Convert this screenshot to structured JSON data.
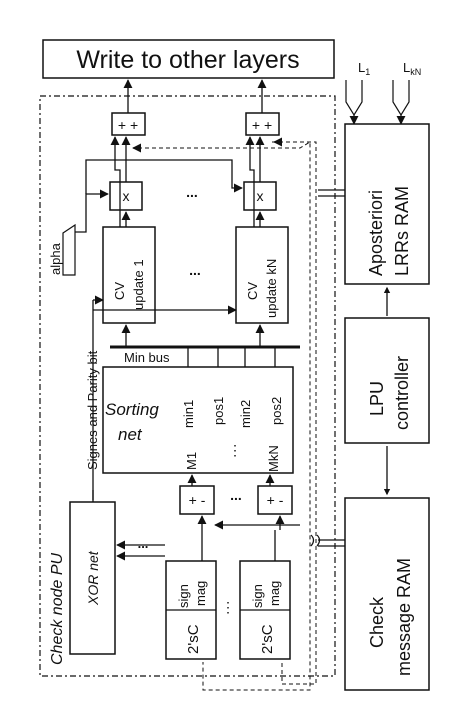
{
  "header": {
    "write_to_other_layers": "Write to other layers"
  },
  "inputs": {
    "l1": "L1",
    "lkn": "LkN"
  },
  "pu": {
    "title": "Check node PU"
  },
  "adders": {
    "plusplus": "+ +"
  },
  "mult": {
    "x": "x"
  },
  "alpha": "alpha",
  "cv": {
    "cv": "CV",
    "update1": "update 1",
    "updatek": "update kN"
  },
  "signes_parity": "Signes and Parity bit",
  "min_bus": "Min bus",
  "sorting": {
    "title1": "Sorting",
    "title2": "net",
    "min1": "min1",
    "pos1": "pos1",
    "min2": "min2",
    "pos2": "pos2",
    "m1": "M1",
    "mkn": "MkN"
  },
  "subtract": {
    "pm": "+ -"
  },
  "xor": "XOR net",
  "conv": {
    "sign": "sign",
    "mag": "mag",
    "twos": "2'sC"
  },
  "ellipsis": "...",
  "ellipsis_vertical": "⋮",
  "aposteriori": {
    "line1": "Aposteriori",
    "line2": "LRRs RAM"
  },
  "lpu": {
    "line1": "LPU",
    "line2": "controller"
  },
  "check": {
    "line1": "Check",
    "line2": "message RAM"
  }
}
